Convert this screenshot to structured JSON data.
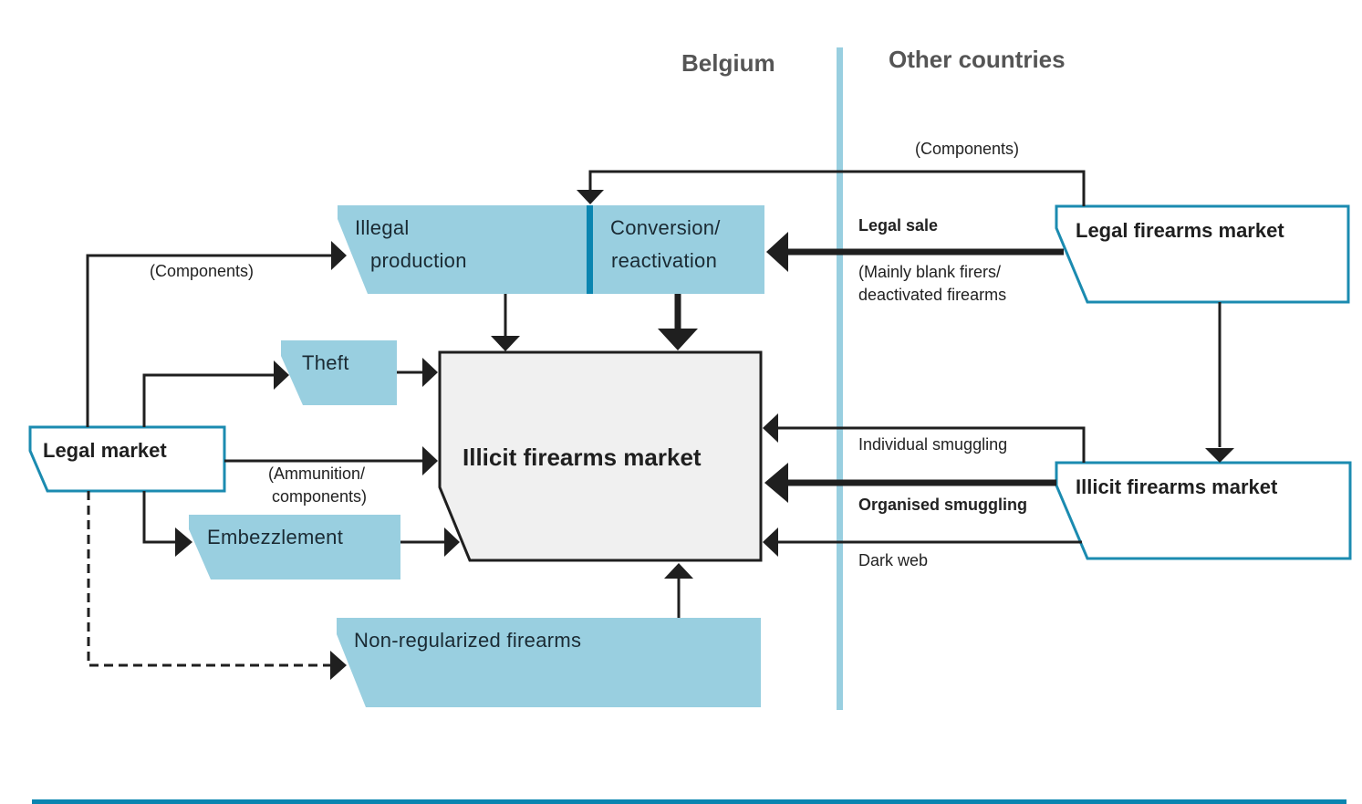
{
  "colors": {
    "node_fill": "#99cfe0",
    "node_outline": "#1b8bb0",
    "center_fill": "#f0f0f0",
    "arrow": "#1f1f1f",
    "divider": "#99cfe0",
    "accent_rule": "#0a85b0"
  },
  "regions": {
    "left": "Belgium",
    "right": "Other countries"
  },
  "nodes": {
    "illegal_production": {
      "line1": "Illegal",
      "line2": "production"
    },
    "conversion": {
      "line1": "Conversion/",
      "line2": "reactivation"
    },
    "theft": "Theft",
    "legal_market": "Legal market",
    "embezzlement": "Embezzlement",
    "non_regularized": "Non-regularized firearms",
    "illicit_market_be": "Illicit firearms market",
    "legal_firearms_market_abroad": "Legal firearms market",
    "illicit_market_abroad": "Illicit firearms market"
  },
  "edges": {
    "components_abroad": "(Components)",
    "components_legal": "(Components)",
    "ammunition": {
      "line1": "(Ammunition/",
      "line2": "components)"
    },
    "legal_sale": "Legal sale",
    "legal_sale_note": {
      "line1": "(Mainly blank firers/",
      "line2": "deactivated firearms"
    },
    "individual_smuggling": "Individual smuggling",
    "organised_smuggling": "Organised smuggling",
    "dark_web": "Dark web"
  }
}
